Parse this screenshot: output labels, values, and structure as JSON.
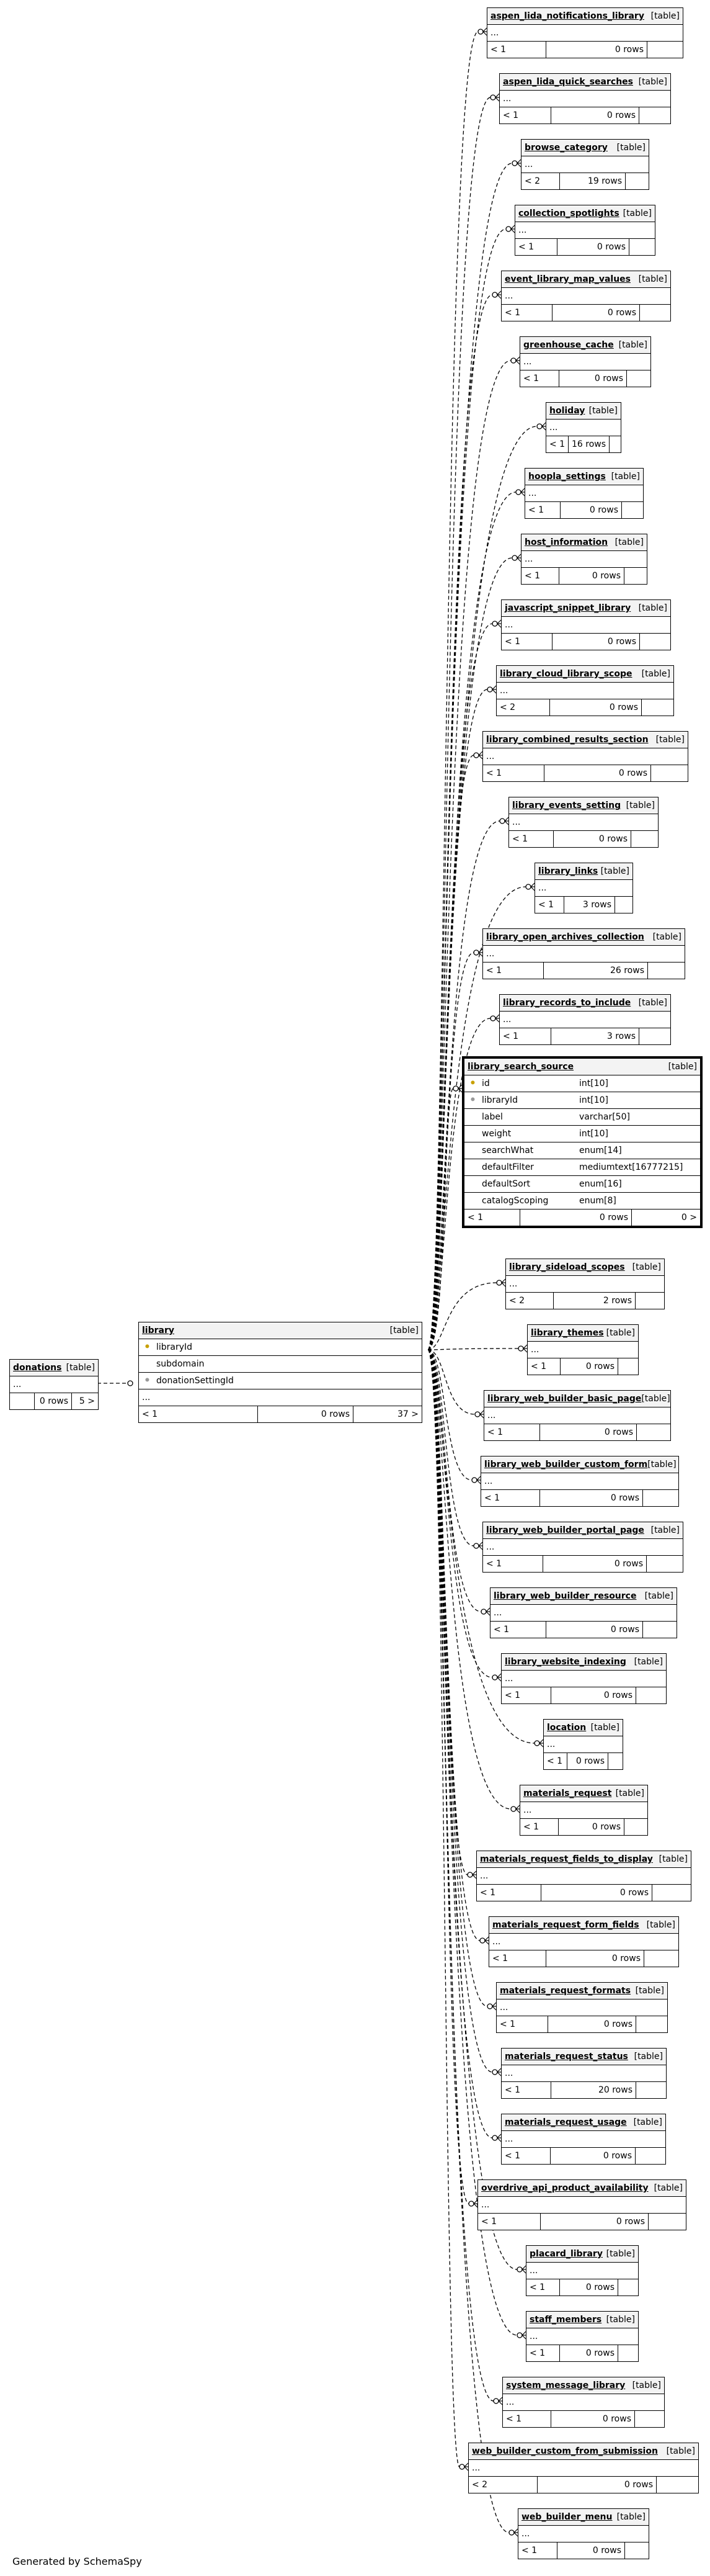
{
  "footer": "Generated by SchemaSpy",
  "colors": {
    "border": "#000000",
    "header_bg": "#f3f3f3",
    "pk_key": "#c8a000",
    "fk_key": "#999999"
  },
  "donations": {
    "name": "donations",
    "type": "[table]",
    "row": "...",
    "f1": "",
    "f2": "0 rows",
    "f3": "5 >"
  },
  "library": {
    "name": "library",
    "type": "[table]",
    "columns": [
      {
        "name": "libraryId",
        "icon": "primary-key-icon"
      },
      {
        "name": "subdomain",
        "icon": ""
      },
      {
        "name": "donationSettingId",
        "icon": "foreign-key-icon"
      }
    ],
    "row": "...",
    "f1": "< 1",
    "f2": "0 rows",
    "f3": "37 >"
  },
  "selected": {
    "name": "library_search_source",
    "type": "[table]",
    "columns": [
      {
        "name": "id",
        "type": "int[10]",
        "icon": "primary-key-icon"
      },
      {
        "name": "libraryId",
        "type": "int[10]",
        "icon": "foreign-key-icon"
      },
      {
        "name": "label",
        "type": "varchar[50]",
        "icon": ""
      },
      {
        "name": "weight",
        "type": "int[10]",
        "icon": ""
      },
      {
        "name": "searchWhat",
        "type": "enum[14]",
        "icon": ""
      },
      {
        "name": "defaultFilter",
        "type": "mediumtext[16777215]",
        "icon": ""
      },
      {
        "name": "defaultSort",
        "type": "enum[16]",
        "icon": ""
      },
      {
        "name": "catalogScoping",
        "type": "enum[8]",
        "icon": ""
      }
    ],
    "f1": "< 1",
    "f2": "0 rows",
    "f3": "0 >"
  },
  "tables": [
    {
      "name": "aspen_lida_notifications_library",
      "type": "[table]",
      "row": "...",
      "f1": "< 1",
      "f2": "0 rows"
    },
    {
      "name": "aspen_lida_quick_searches",
      "type": "[table]",
      "row": "...",
      "f1": "< 1",
      "f2": "0 rows"
    },
    {
      "name": "browse_category",
      "type": "[table]",
      "row": "...",
      "f1": "< 2",
      "f2": "19 rows"
    },
    {
      "name": "collection_spotlights",
      "type": "[table]",
      "row": "...",
      "f1": "< 1",
      "f2": "0 rows"
    },
    {
      "name": "event_library_map_values",
      "type": "[table]",
      "row": "...",
      "f1": "< 1",
      "f2": "0 rows"
    },
    {
      "name": "greenhouse_cache",
      "type": "[table]",
      "row": "...",
      "f1": "< 1",
      "f2": "0 rows"
    },
    {
      "name": "holiday",
      "type": "[table]",
      "row": "...",
      "f1": "< 1",
      "f2": "16 rows"
    },
    {
      "name": "hoopla_settings",
      "type": "[table]",
      "row": "...",
      "f1": "< 1",
      "f2": "0 rows"
    },
    {
      "name": "host_information",
      "type": "[table]",
      "row": "...",
      "f1": "< 1",
      "f2": "0 rows"
    },
    {
      "name": "javascript_snippet_library",
      "type": "[table]",
      "row": "...",
      "f1": "< 1",
      "f2": "0 rows"
    },
    {
      "name": "library_cloud_library_scope",
      "type": "[table]",
      "row": "...",
      "f1": "< 2",
      "f2": "0 rows"
    },
    {
      "name": "library_combined_results_section",
      "type": "[table]",
      "row": "...",
      "f1": "< 1",
      "f2": "0 rows"
    },
    {
      "name": "library_events_setting",
      "type": "[table]",
      "row": "...",
      "f1": "< 1",
      "f2": "0 rows"
    },
    {
      "name": "library_links",
      "type": "[table]",
      "row": "...",
      "f1": "< 1",
      "f2": "3 rows"
    },
    {
      "name": "library_open_archives_collection",
      "type": "[table]",
      "row": "...",
      "f1": "< 1",
      "f2": "26 rows"
    },
    {
      "name": "library_records_to_include",
      "type": "[table]",
      "row": "...",
      "f1": "< 1",
      "f2": "3 rows"
    },
    {
      "name": "library_sideload_scopes",
      "type": "[table]",
      "row": "...",
      "f1": "< 2",
      "f2": "2 rows"
    },
    {
      "name": "library_themes",
      "type": "[table]",
      "row": "...",
      "f1": "< 1",
      "f2": "0 rows"
    },
    {
      "name": "library_web_builder_basic_page",
      "type": "[table]",
      "row": "...",
      "f1": "< 1",
      "f2": "0 rows"
    },
    {
      "name": "library_web_builder_custom_form",
      "type": "[table]",
      "row": "...",
      "f1": "< 1",
      "f2": "0 rows"
    },
    {
      "name": "library_web_builder_portal_page",
      "type": "[table]",
      "row": "...",
      "f1": "< 1",
      "f2": "0 rows"
    },
    {
      "name": "library_web_builder_resource",
      "type": "[table]",
      "row": "...",
      "f1": "< 1",
      "f2": "0 rows"
    },
    {
      "name": "library_website_indexing",
      "type": "[table]",
      "row": "...",
      "f1": "< 1",
      "f2": "0 rows"
    },
    {
      "name": "location",
      "type": "[table]",
      "row": "...",
      "f1": "< 1",
      "f2": "0 rows"
    },
    {
      "name": "materials_request",
      "type": "[table]",
      "row": "...",
      "f1": "< 1",
      "f2": "0 rows"
    },
    {
      "name": "materials_request_fields_to_display",
      "type": "[table]",
      "row": "...",
      "f1": "< 1",
      "f2": "0 rows"
    },
    {
      "name": "materials_request_form_fields",
      "type": "[table]",
      "row": "...",
      "f1": "< 1",
      "f2": "0 rows"
    },
    {
      "name": "materials_request_formats",
      "type": "[table]",
      "row": "...",
      "f1": "< 1",
      "f2": "0 rows"
    },
    {
      "name": "materials_request_status",
      "type": "[table]",
      "row": "...",
      "f1": "< 1",
      "f2": "20 rows"
    },
    {
      "name": "materials_request_usage",
      "type": "[table]",
      "row": "...",
      "f1": "< 1",
      "f2": "0 rows"
    },
    {
      "name": "overdrive_api_product_availability",
      "type": "[table]",
      "row": "...",
      "f1": "< 1",
      "f2": "0 rows"
    },
    {
      "name": "placard_library",
      "type": "[table]",
      "row": "...",
      "f1": "< 1",
      "f2": "0 rows"
    },
    {
      "name": "staff_members",
      "type": "[table]",
      "row": "...",
      "f1": "< 1",
      "f2": "0 rows"
    },
    {
      "name": "system_message_library",
      "type": "[table]",
      "row": "...",
      "f1": "< 1",
      "f2": "0 rows"
    },
    {
      "name": "web_builder_custom_from_submission",
      "type": "[table]",
      "row": "...",
      "f1": "< 2",
      "f2": "0 rows"
    },
    {
      "name": "web_builder_menu",
      "type": "[table]",
      "row": "...",
      "f1": "< 1",
      "f2": "0 rows"
    }
  ]
}
